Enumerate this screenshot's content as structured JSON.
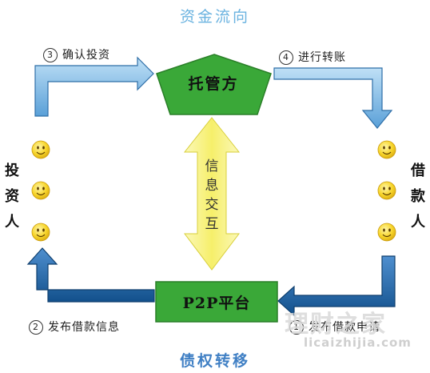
{
  "titles": {
    "top": "资金流向",
    "bottom": "债权转移"
  },
  "nodes": {
    "custodian": "托管方",
    "platform": "P2P平台",
    "info_exchange": "信息交互",
    "investor": "投资人",
    "borrower": "借款人"
  },
  "steps": [
    {
      "num": "1",
      "label": "发布借款申请"
    },
    {
      "num": "2",
      "label": "发布借款信息"
    },
    {
      "num": "3",
      "label": "确认投资"
    },
    {
      "num": "4",
      "label": "进行转账"
    }
  ],
  "colors": {
    "custodian_fill": "#3aa838",
    "platform_fill": "#3aa838",
    "info_arrow": "#f7f27a",
    "money_flow_arrow": "#6fb0e0",
    "debt_flow_arrow": "#1a5f9e",
    "smiley": "#f4d21e"
  },
  "icons": {
    "investor_people": "smiley-face-icon",
    "borrower_people": "smiley-face-icon"
  },
  "watermark": {
    "brand": "理财之家",
    "url": "licaizhijia.com"
  }
}
